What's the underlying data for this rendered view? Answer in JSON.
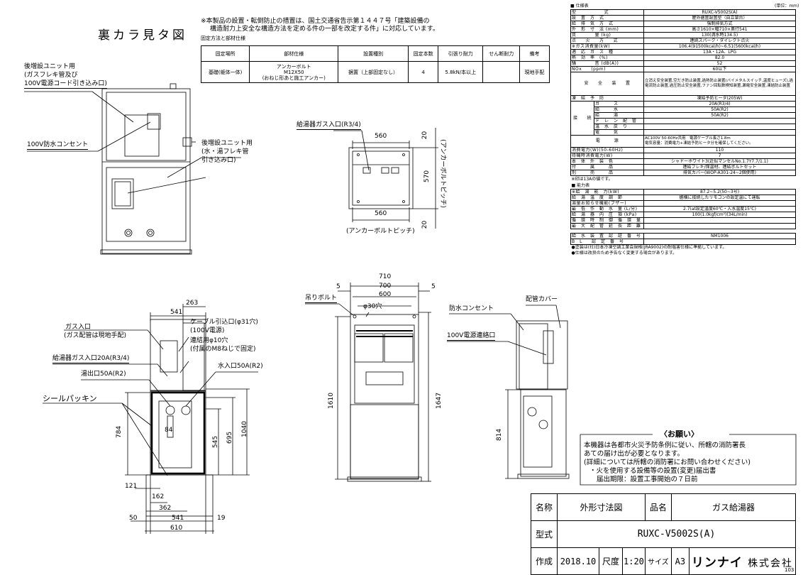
{
  "header": {
    "view_title": "裏カラ見タ図",
    "notice_line1": "※本製品の設置・転倒防止の措置は、国土交通省告示第１４４７号「建築設備の",
    "notice_line2": "構造耐力上安全な構造方法を定める件の一部を改定する件」に対応しています。",
    "fixing_caption": "固定方法と部材仕様"
  },
  "anchor_table": {
    "headers": [
      "固定場所",
      "部材仕様",
      "設置種別",
      "固定本数",
      "引張り耐力",
      "せん断耐力",
      "備考"
    ],
    "row": [
      "基礎(躯体一体)",
      "アンカーボルト\nM12X50\n(おねじ形あと施工アンカー)",
      "据置（上部固定なし）",
      "4",
      "5.8kN/本以上",
      "",
      "現地手配"
    ]
  },
  "back_view_labels": {
    "unit_gas_line1": "後増設ユニット用",
    "unit_gas_line2": "(ガスフレキ管及び",
    "unit_gas_line3": "100V電源コード引き込み口)",
    "outlet": "100V防水コンセント",
    "unit_water_line1": "後増設ユニット用",
    "unit_water_line2": "(水・湯フレキ管",
    "unit_water_line3": "引き込み口)"
  },
  "anchor_plan": {
    "gas_inlet": "給湯器ガス入口(R3/4)",
    "top_width": "560",
    "bottom_width": "560",
    "depth": "570",
    "offset_top": "20",
    "offset_bottom": "20",
    "pitch_bottom": "(アンカーボルトピッチ)",
    "pitch_side": "(アンカーボルトピッチ)"
  },
  "side_view": {
    "d541": "541",
    "d263": "263",
    "gas_in_line1": "ガス入口",
    "gas_in_line2": "(ガス配管は現地手配)",
    "cable_line1": "ケーブル引込口(φ31穴)",
    "cable_line2": "(100V電源)",
    "bolt_line1": "連結用φ10穴",
    "bolt_line2": "(付属のM8ねじで固定)",
    "heater_gas": "給湯器ガス入口20A(R3/4)",
    "hot_out": "湯出口50A(R2)",
    "water_in": "水入口50A(R2)",
    "seal": "シールパッキン",
    "h784": "784",
    "h695": "695",
    "h545": "545",
    "h1040": "1040",
    "d84": "84",
    "d121": "121",
    "d162": "162",
    "d362": "362",
    "d50": "50",
    "d541b": "541",
    "d19": "19",
    "d610": "610"
  },
  "front_view": {
    "d710": "710",
    "d700": "700",
    "d600": "600",
    "d5a": "5",
    "d5b": "5",
    "hang_bolt": "吊りボルト",
    "hole": "φ30穴",
    "h1610": "1610",
    "h1647": "1647"
  },
  "right_view": {
    "pipe_cover": "配管カバー",
    "outlet": "防水コンセント",
    "conn": "100V電源連絡口",
    "h814": "814"
  },
  "spec_table": {
    "caption": "■ 仕様表",
    "unit": "(単位：mm)",
    "rows": [
      [
        "型　　　　　　式",
        "RUXC-V5002S(A)"
      ],
      [
        "設　置　方　式",
        "屋外据置設置型（自立架台）"
      ],
      [
        "給　排　気　方　式",
        "強制排気方式"
      ],
      [
        "外　形　寸　法 (mm)",
        "高さ1610×幅710×奥行541"
      ],
      [
        "質　　　　量 (kg)",
        "130(満水時134.5)"
      ],
      [
        "点　　火　　方　　式",
        "連続スパーク・ダイレクト点火"
      ],
      [
        "※ガス消費量(kW)",
        "106.4(91500kcal/h)~6.51(5600kcal/h)"
      ],
      [
        "適　応　ガ　ス　種",
        "13A・12A、LPG"
      ],
      [
        "熱　効　率　(%)",
        "82.0"
      ],
      [
        "騒　　　　音 (dB(A))",
        "52"
      ],
      [
        "NOx　　(ppm)",
        "60以下"
      ]
    ],
    "safety_label": "安　　全　　装　　置",
    "safety_value": "立消え安全装置,空だき防止装置,過熱防止装置(バイメタルスイッチ,温度ヒューズ),過電流防止装置,過圧防止安全装置,ファン回転数検知装置,漏電安全装置,凍結防止装置",
    "freeze_label": "凍　結　予　防",
    "freeze_value": "凍結予防ヒータ(205W)",
    "conn_label": "接　　続",
    "conn_rows": [
      [
        "ガ　　　ス",
        "20A(R3/4)"
      ],
      [
        "給　　　水",
        "50A(R2)"
      ],
      [
        "給　　　湯",
        "50A(R2)"
      ],
      [
        "ド　レ　ン　配　管",
        ""
      ],
      [
        "温　水　戻　り",
        ""
      ],
      [
        "電　　　気",
        ""
      ]
    ],
    "power_label": "電　　　源",
    "power_value1": "AC100V 50-60Hz共用　電源ケーブル長さ1.8m",
    "power_value2": "電気容量：消費電力+凍結予防ヒータ分を確保してください。",
    "rows2": [
      [
        "消費電力(W)(50-60Hz)",
        "110"
      ],
      [
        "待機時消費電力(W)",
        "7"
      ],
      [
        "本　体　外　装　色",
        "シャドーホワイト3(近似マンセルNo.1.7Y7.7/1.1)"
      ],
      [
        "付　　　属　　　品",
        "連結フレキ/保温材、連結ボルトセット"
      ],
      [
        "別　　　売　　　品",
        "排気カバー(WOP-A301-24~2個使用)"
      ]
    ],
    "note13a": "※印は13Aの値です。",
    "perf_caption": "■ 能力表",
    "perf_rows": [
      [
        "※給　湯　能　力(kW)",
        "87.2~5.2(50~3号)"
      ],
      [
        "給　湯　温　度　調　節",
        "据横に接続したリモコンの設定温にて運転"
      ],
      [
        "湯量お知らせ機能(ブザー)",
        ""
      ],
      [
        "最　低　作　動　水　量 (L/分)",
        "2.7(at設定温度60℃・入水温度15℃)"
      ],
      [
        "給　湯　器　内　圧　損 (kPa)",
        "100(1.0kgf/cm²)(34L/min)"
      ],
      [
        "循　環　時　制　御　循　環　量",
        ""
      ],
      [
        "最　大　配　管　延　長　距　離",
        ""
      ]
    ],
    "cert_rows": [
      [
        "給　水　装　置　認　証　番　号",
        "NM1006"
      ],
      [
        "B　L　　認　定　番　号",
        ""
      ]
    ],
    "foot1": "●塗装は(社)日本冷凍空調工業会規格(JRA9002)の耐塩害仕様に準拠しています。",
    "foot2": "●仕様は改良のため予告なく変更する場合があります。"
  },
  "notice_box": {
    "title": "〈お願い〉",
    "line1": "本機器は各都市火災予防条例に従い、所轄の消防署長",
    "line2": "あての届け出が必要となります。",
    "line3": "(詳細については所轄の消防署にお問い合わせください)",
    "line4": "・火を使用する設備等の設置(変更)届出書",
    "line5": "届出期限：設置工事開始の７日前"
  },
  "title_block": {
    "name_label": "名称",
    "name_value": "外形寸法図",
    "product_label": "品名",
    "product_value": "ガス給湯器",
    "model_label": "型式",
    "model_value": "RUXC-V5002S(A)",
    "made_label": "作成",
    "made_value": "2018.10",
    "scale_label": "尺度",
    "scale_value": "1:20",
    "size_label": "サイズ",
    "size_value": "A3",
    "company_brand": "リンナイ",
    "company_suffix": "株式会社"
  },
  "page_no": "103"
}
